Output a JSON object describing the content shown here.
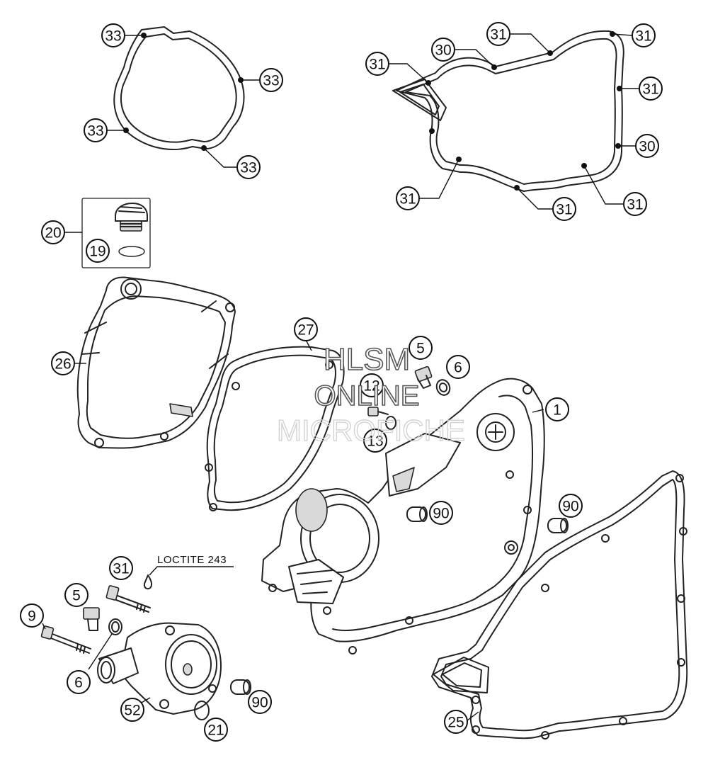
{
  "watermark": {
    "line1": "HLSM",
    "line2": "ONLINE",
    "line3": "MICROFICHE"
  },
  "note": {
    "label": "LOCTITE 243"
  },
  "callouts": {
    "c33_a": "33",
    "c33_b": "33",
    "c33_c": "33",
    "c33_d": "33",
    "c31_a": "31",
    "c31_b": "31",
    "c31_c": "31",
    "c31_d": "31",
    "c31_e": "31",
    "c31_f": "31",
    "c31_g": "31",
    "c30_a": "30",
    "c30_b": "30",
    "c20": "20",
    "c19": "19",
    "c26": "26",
    "c27": "27",
    "c5_a": "5",
    "c6_a": "6",
    "c12": "12",
    "c13": "13",
    "c1": "1",
    "c90_a": "90",
    "c90_b": "90",
    "c90_c": "90",
    "c31_bolt": "31",
    "c5_b": "5",
    "c9": "9",
    "c6_b": "6",
    "c52": "52",
    "c21": "21",
    "c25": "25"
  }
}
